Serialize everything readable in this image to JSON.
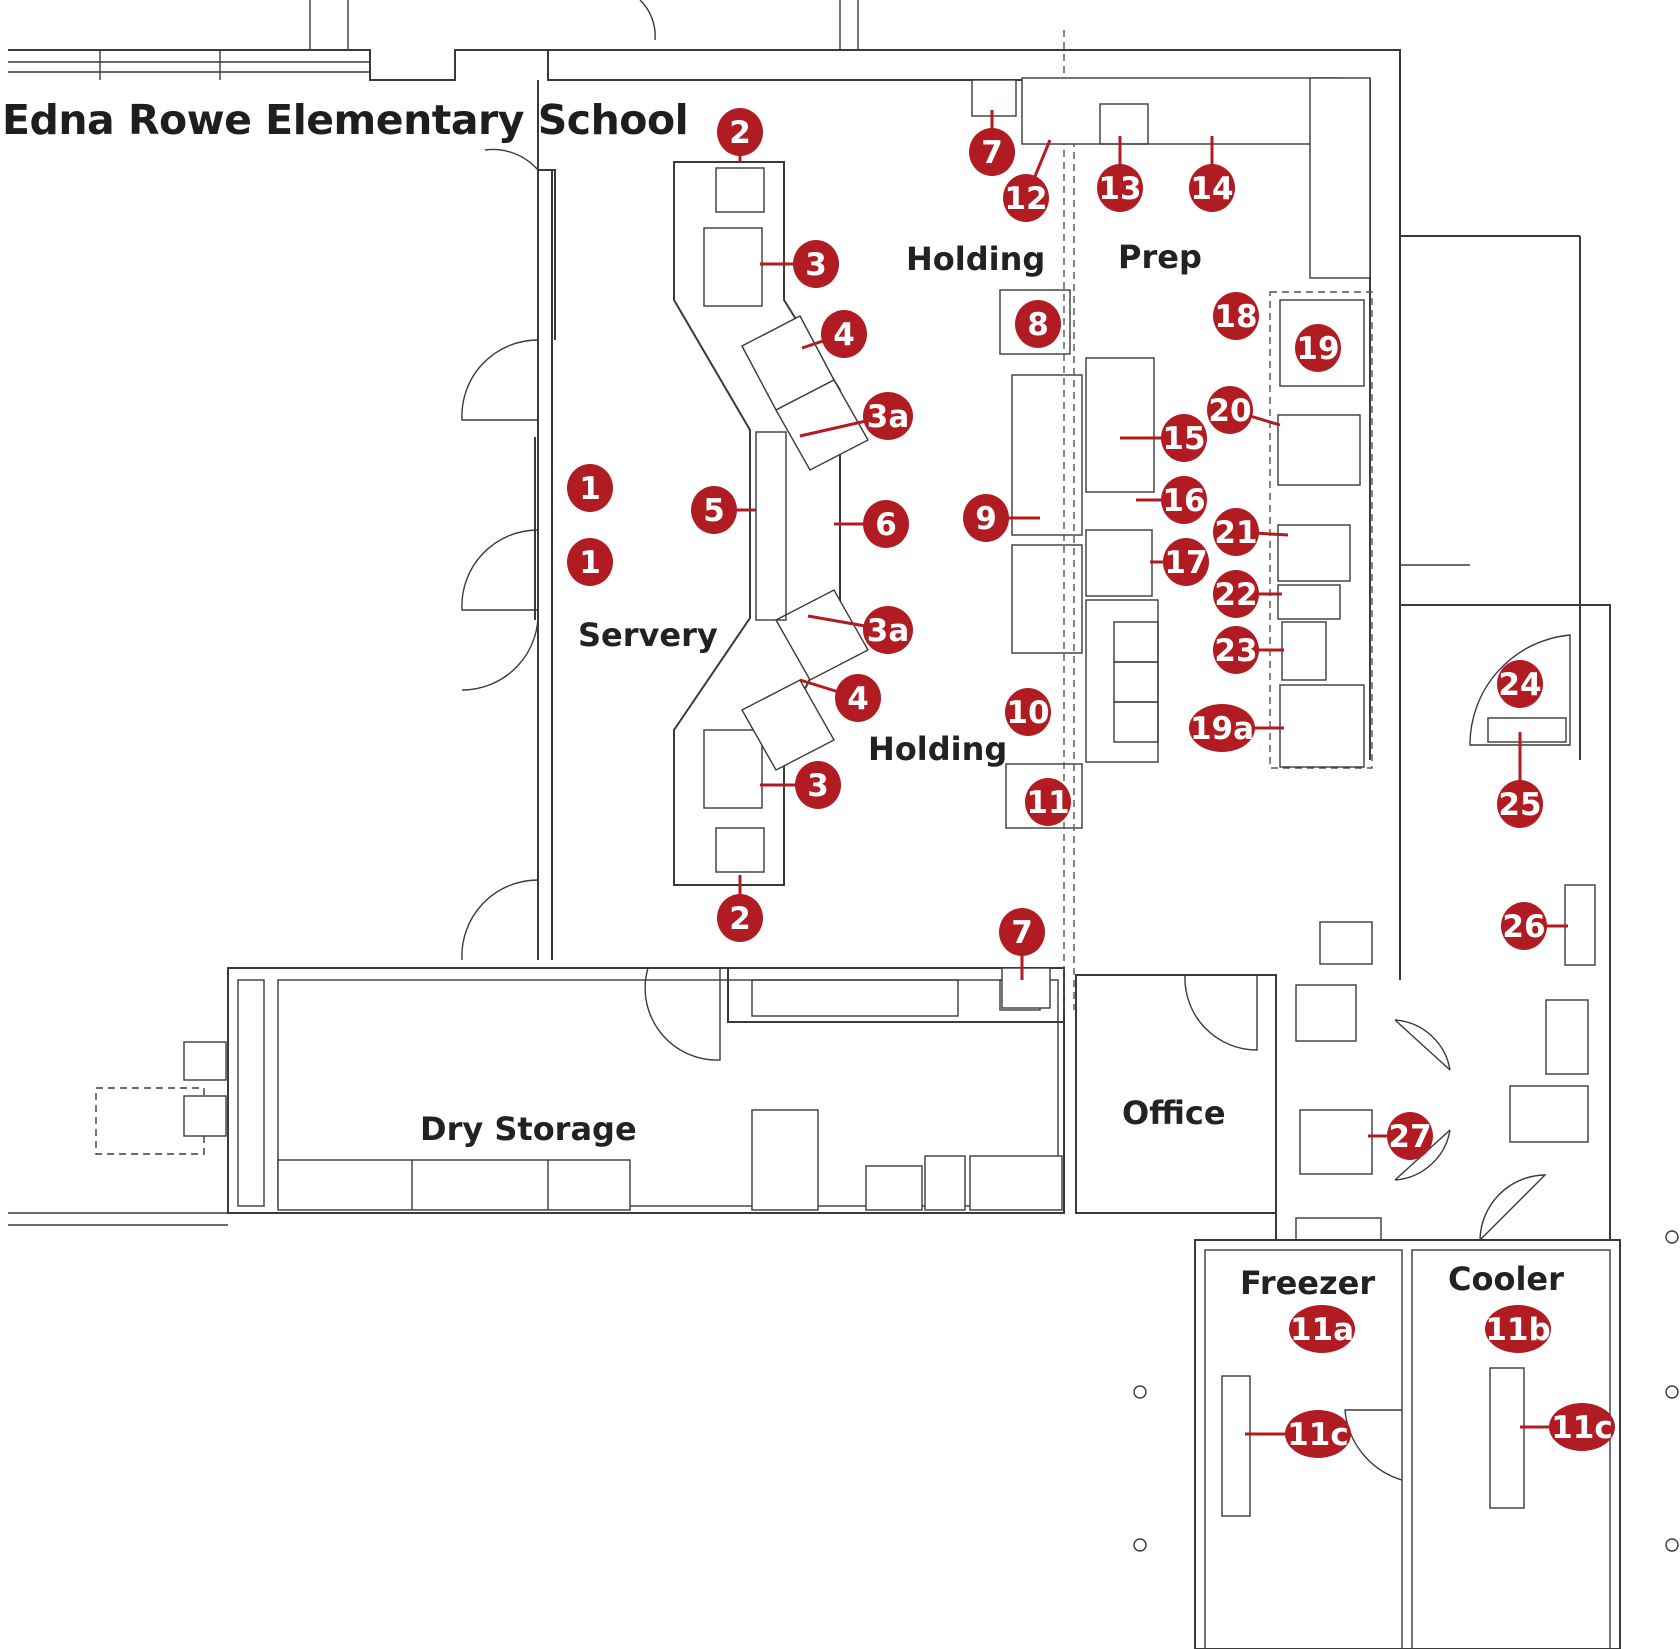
{
  "title": "Edna Rowe Elementary School",
  "rooms": [
    {
      "id": "holding-top",
      "label": "Holding"
    },
    {
      "id": "prep",
      "label": "Prep"
    },
    {
      "id": "servery",
      "label": "Servery"
    },
    {
      "id": "holding-bottom",
      "label": "Holding"
    },
    {
      "id": "dry-storage",
      "label": "Dry Storage"
    },
    {
      "id": "office",
      "label": "Office"
    },
    {
      "id": "freezer",
      "label": "Freezer"
    },
    {
      "id": "cooler",
      "label": "Cooler"
    }
  ],
  "markers": [
    "1",
    "1",
    "2",
    "2",
    "3",
    "3",
    "3a",
    "3a",
    "4",
    "4",
    "5",
    "6",
    "7",
    "7",
    "8",
    "9",
    "10",
    "11",
    "11a",
    "11b",
    "11c",
    "11c",
    "12",
    "13",
    "14",
    "15",
    "16",
    "17",
    "18",
    "19",
    "19a",
    "20",
    "21",
    "22",
    "23",
    "24",
    "25",
    "26",
    "27"
  ],
  "colors": {
    "marker": "#b01c22",
    "line": "#3a3a3a",
    "text": "#1e1e1e"
  }
}
